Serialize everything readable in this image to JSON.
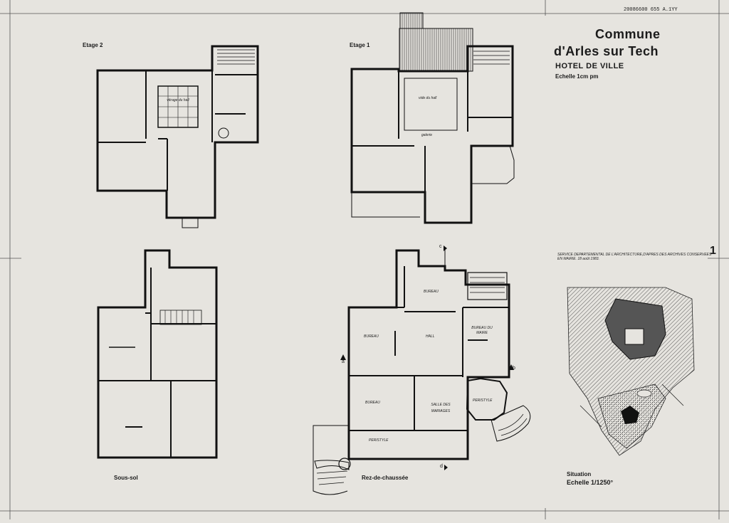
{
  "reference": "20086600 655 A.1YY",
  "title": {
    "line1": "Commune",
    "line2": "d'Arles sur Tech",
    "line3": "HOTEL DE VILLE",
    "scale": "Echelle 1cm pm"
  },
  "plans": {
    "etage2": {
      "label": "Etage 2",
      "rooms": [
        "vitrage du hall"
      ]
    },
    "etage1": {
      "label": "Etage 1",
      "rooms": [
        "vide du hall",
        "galerie"
      ]
    },
    "soussol": {
      "label": "Sous-sol"
    },
    "rdc": {
      "label": "Rez-de-chaussée",
      "rooms": [
        "BUREAU",
        "BUREAU",
        "HALL",
        "BUREAU DU MAIRE",
        "BUREAU",
        "SALLE DES MARIAGES",
        "PERISTYLE",
        "PERISTYLE"
      ],
      "sections": [
        "a",
        "b",
        "c",
        "d"
      ]
    }
  },
  "service_note": {
    "line1": "SERVICE DEPARTEMENTAL DE L'ARCHITECTURE,D'APRES DES ARCHIVES CONSERVEES",
    "line2": "EN MAIRIE.  18 août 1983."
  },
  "sheet_number": "1",
  "situation": {
    "label": "Situation",
    "scale": "Echelle 1/1250°"
  }
}
